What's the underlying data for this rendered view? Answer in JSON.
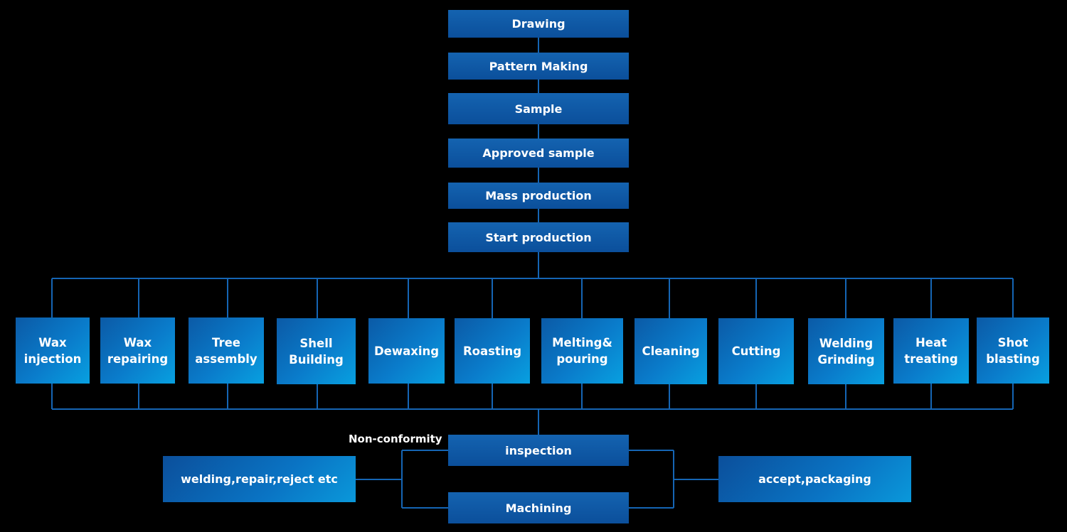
{
  "flow": {
    "top_steps": [
      "Drawing",
      "Pattern Making",
      "Sample",
      "Approved sample",
      "Mass production",
      "Start production"
    ],
    "process_steps": [
      "Wax\ninjection",
      "Wax\nrepairing",
      "Tree\nassembly",
      "Shell\nBuilding",
      "Dewaxing",
      "Roasting",
      "Melting&\npouring",
      "Cleaning",
      "Cutting",
      "Welding\nGrinding",
      "Heat\ntreating",
      "Shot\nblasting"
    ],
    "inspection": "inspection",
    "machining": "Machining",
    "non_conformity_label": "Non-conformity",
    "reject_box": "welding,repair,reject etc",
    "accept_box": "accept,packaging"
  },
  "colors": {
    "line": "#1565b4",
    "box_dark": "#0b4f9b",
    "box_light": "#08a0e0"
  }
}
